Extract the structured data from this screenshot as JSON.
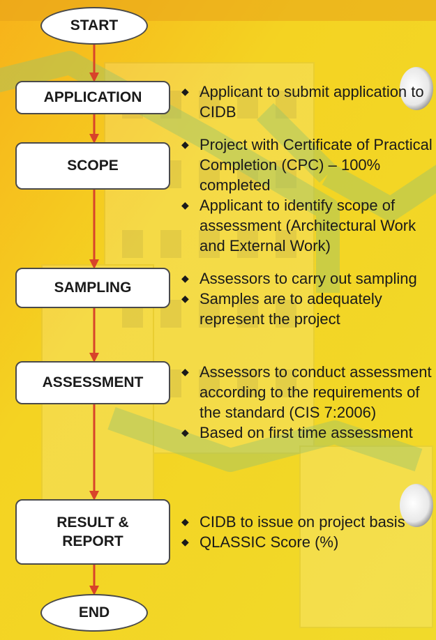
{
  "flow": {
    "start": "START",
    "end": "END",
    "steps": [
      {
        "label": "APPLICATION",
        "notes": [
          "Applicant to submit application to CIDB"
        ]
      },
      {
        "label": "SCOPE",
        "notes": [
          "Project with Certificate of Practical Completion (CPC) – 100% completed",
          "Applicant to identify scope of assessment (Architectural Work and External Work)"
        ]
      },
      {
        "label": "SAMPLING",
        "notes": [
          "Assessors to carry out sampling",
          "Samples are to adequately represent the project"
        ]
      },
      {
        "label": "ASSESSMENT",
        "notes": [
          "Assessors to conduct assessment according to the requirements of the standard (CIS 7:2006)",
          "Based on first time assessment"
        ]
      },
      {
        "label_line1": "RESULT &",
        "label_line2": "REPORT",
        "notes": [
          "CIDB to issue on project basis",
          "QLASSIC Score (%)"
        ]
      }
    ]
  },
  "colors": {
    "background": "#f3d61e",
    "arrow": "#d8432a",
    "box_fill": "#ffffff",
    "box_border": "#4a4a4a"
  },
  "icons": {
    "bullet": "diamond-bullet-icon",
    "hole": "binder-hole-icon"
  }
}
